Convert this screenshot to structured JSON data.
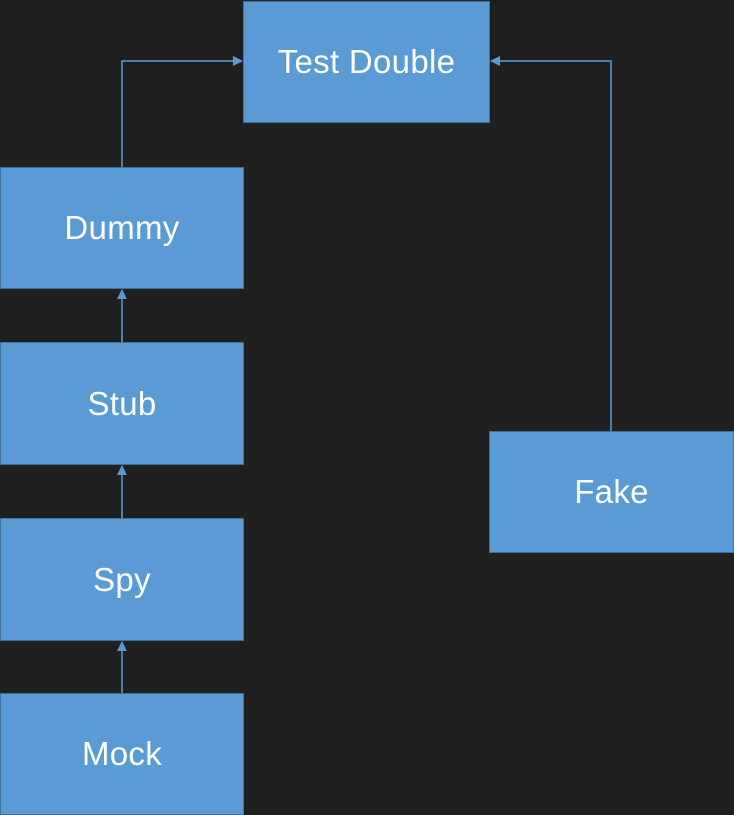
{
  "diagram": {
    "nodes": {
      "test_double": "Test Double",
      "dummy": "Dummy",
      "stub": "Stub",
      "spy": "Spy",
      "mock": "Mock",
      "fake": "Fake"
    },
    "edges": [
      {
        "from": "Dummy",
        "to": "Test Double"
      },
      {
        "from": "Stub",
        "to": "Dummy"
      },
      {
        "from": "Spy",
        "to": "Stub"
      },
      {
        "from": "Mock",
        "to": "Spy"
      },
      {
        "from": "Fake",
        "to": "Test Double"
      }
    ],
    "colors": {
      "background": "#201f1f",
      "node_fill": "#5b9bd5",
      "node_border": "#41719c",
      "text": "#ffffff",
      "connector": "#5b9bd5"
    }
  }
}
